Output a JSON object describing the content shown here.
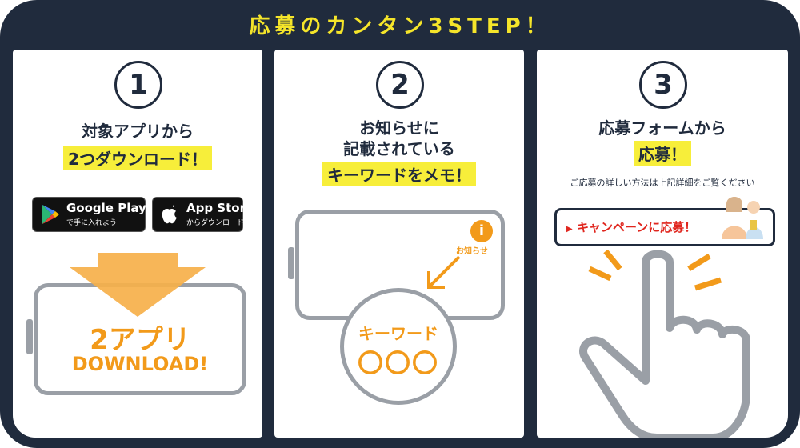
{
  "title": "応募のカンタン3STEP！",
  "steps": [
    {
      "number": "1",
      "line1": "対象アプリから",
      "line2": "2つダウンロード！",
      "google_play": {
        "main": "Google Play",
        "sub": "で手に入れよう"
      },
      "app_store": {
        "main": "App Store",
        "sub": "からダウンロード"
      },
      "phone_text1": "2アプリ",
      "phone_text2": "DOWNLOAD!"
    },
    {
      "number": "2",
      "line1": "お知らせに",
      "line2": "記載されている",
      "line3": "キーワードをメモ！",
      "info_label": "お知らせ",
      "keyword_label": "キーワード",
      "keyword_value": "〇〇〇"
    },
    {
      "number": "3",
      "line1": "応募フォームから",
      "line2": "応募！",
      "note": "ご応募の詳しい方法は上記詳細をご覧ください",
      "cta_label": "キャンペーンに応募！"
    }
  ],
  "colors": {
    "navy": "#202b3d",
    "yellow": "#f7ee3a",
    "orange": "#f29a1a",
    "gray": "#9a9fa6",
    "red": "#e0261e"
  }
}
